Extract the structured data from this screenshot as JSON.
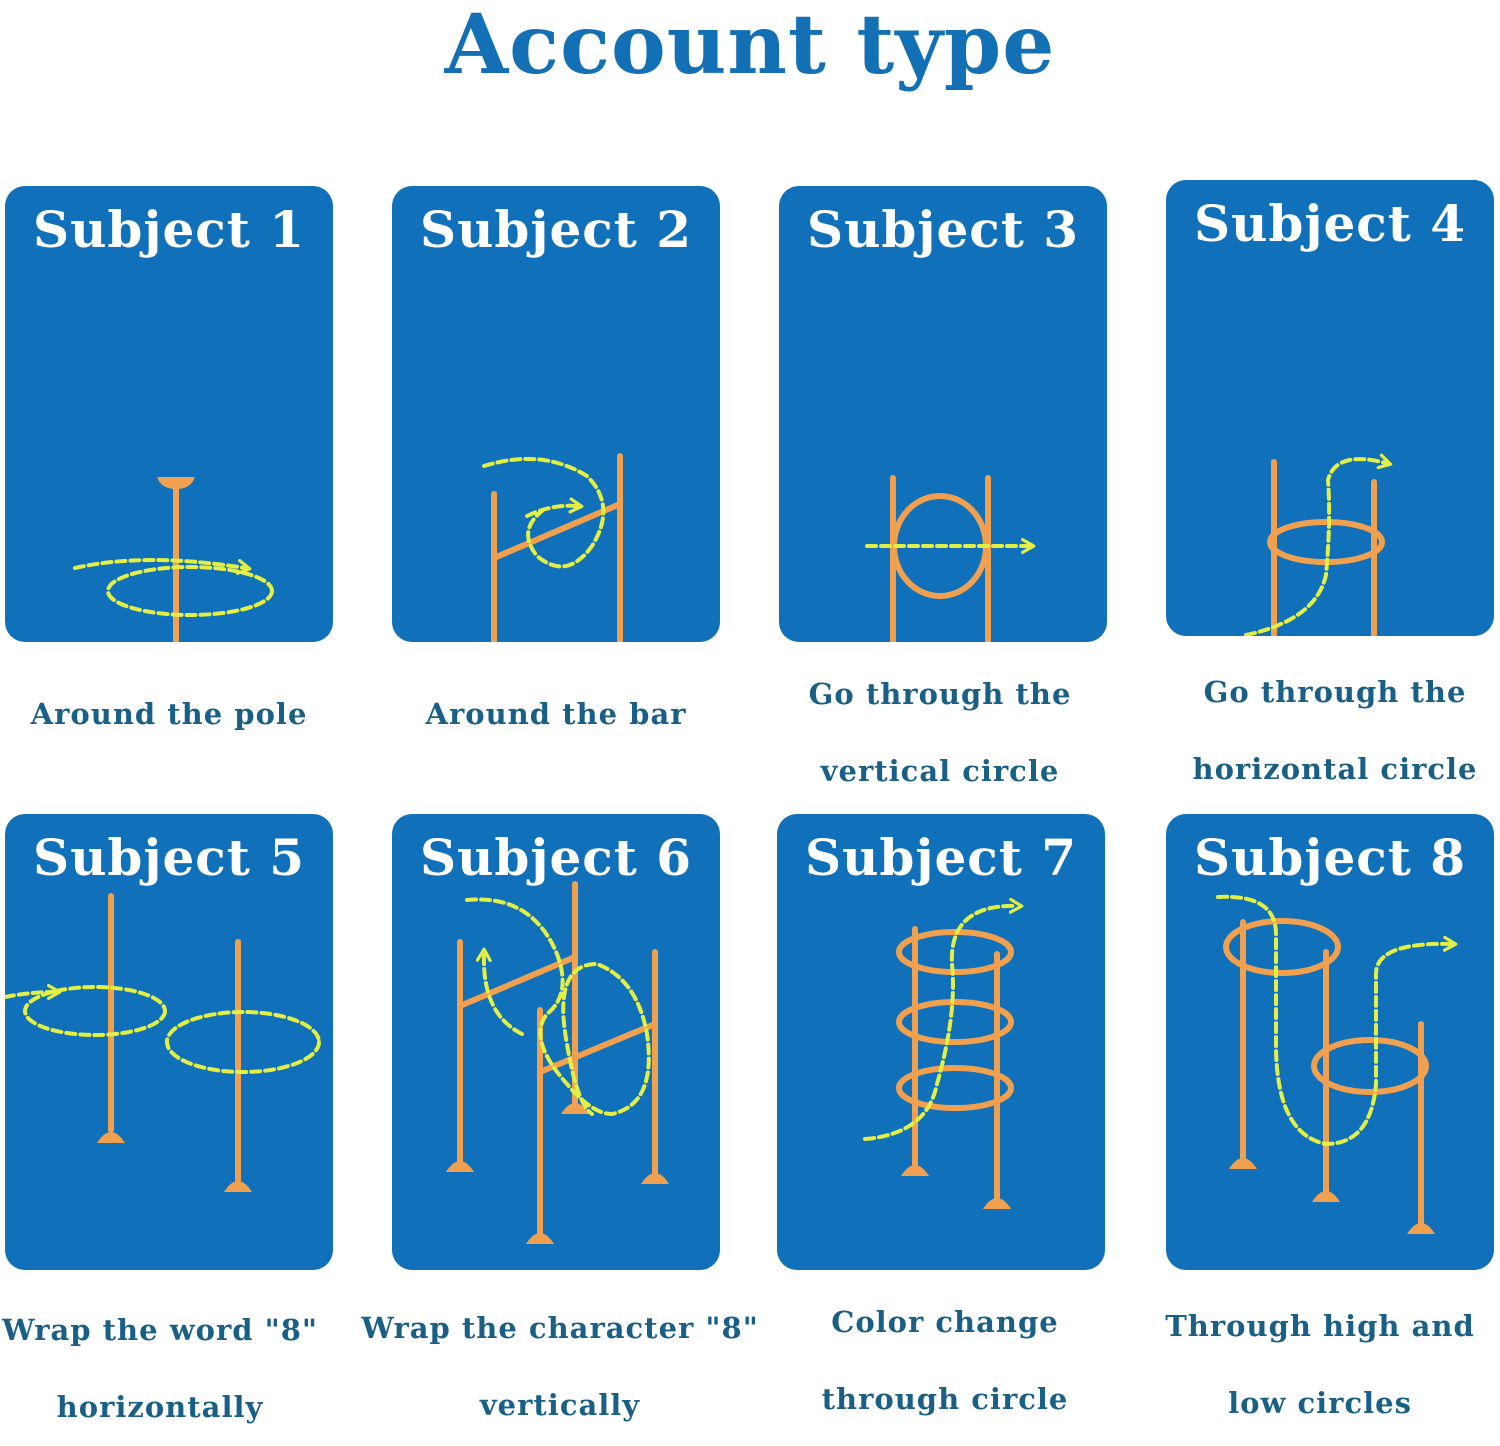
{
  "title": "Account type",
  "colors": {
    "title": "#1370b4",
    "card": "#1070b9",
    "caption": "#1a5f86",
    "pole": "#f0a04e",
    "path": "#e3ef45"
  },
  "cards": [
    {
      "heading": "Subject 1",
      "caption": [
        "Around the pole"
      ]
    },
    {
      "heading": "Subject 2",
      "caption": [
        "Around the bar"
      ]
    },
    {
      "heading": "Subject 3",
      "caption": [
        "Go through the",
        "vertical circle"
      ]
    },
    {
      "heading": "Subject 4",
      "caption": [
        "Go through the",
        "horizontal circle"
      ]
    },
    {
      "heading": "Subject 5",
      "caption": [
        "Wrap the word \"8\"",
        "horizontally"
      ]
    },
    {
      "heading": "Subject 6",
      "caption": [
        "Wrap the character \"8\"",
        "vertically"
      ]
    },
    {
      "heading": "Subject 7",
      "caption": [
        "Color change",
        "through circle"
      ]
    },
    {
      "heading": "Subject 8",
      "caption": [
        "Through high and",
        "low circles"
      ]
    }
  ]
}
